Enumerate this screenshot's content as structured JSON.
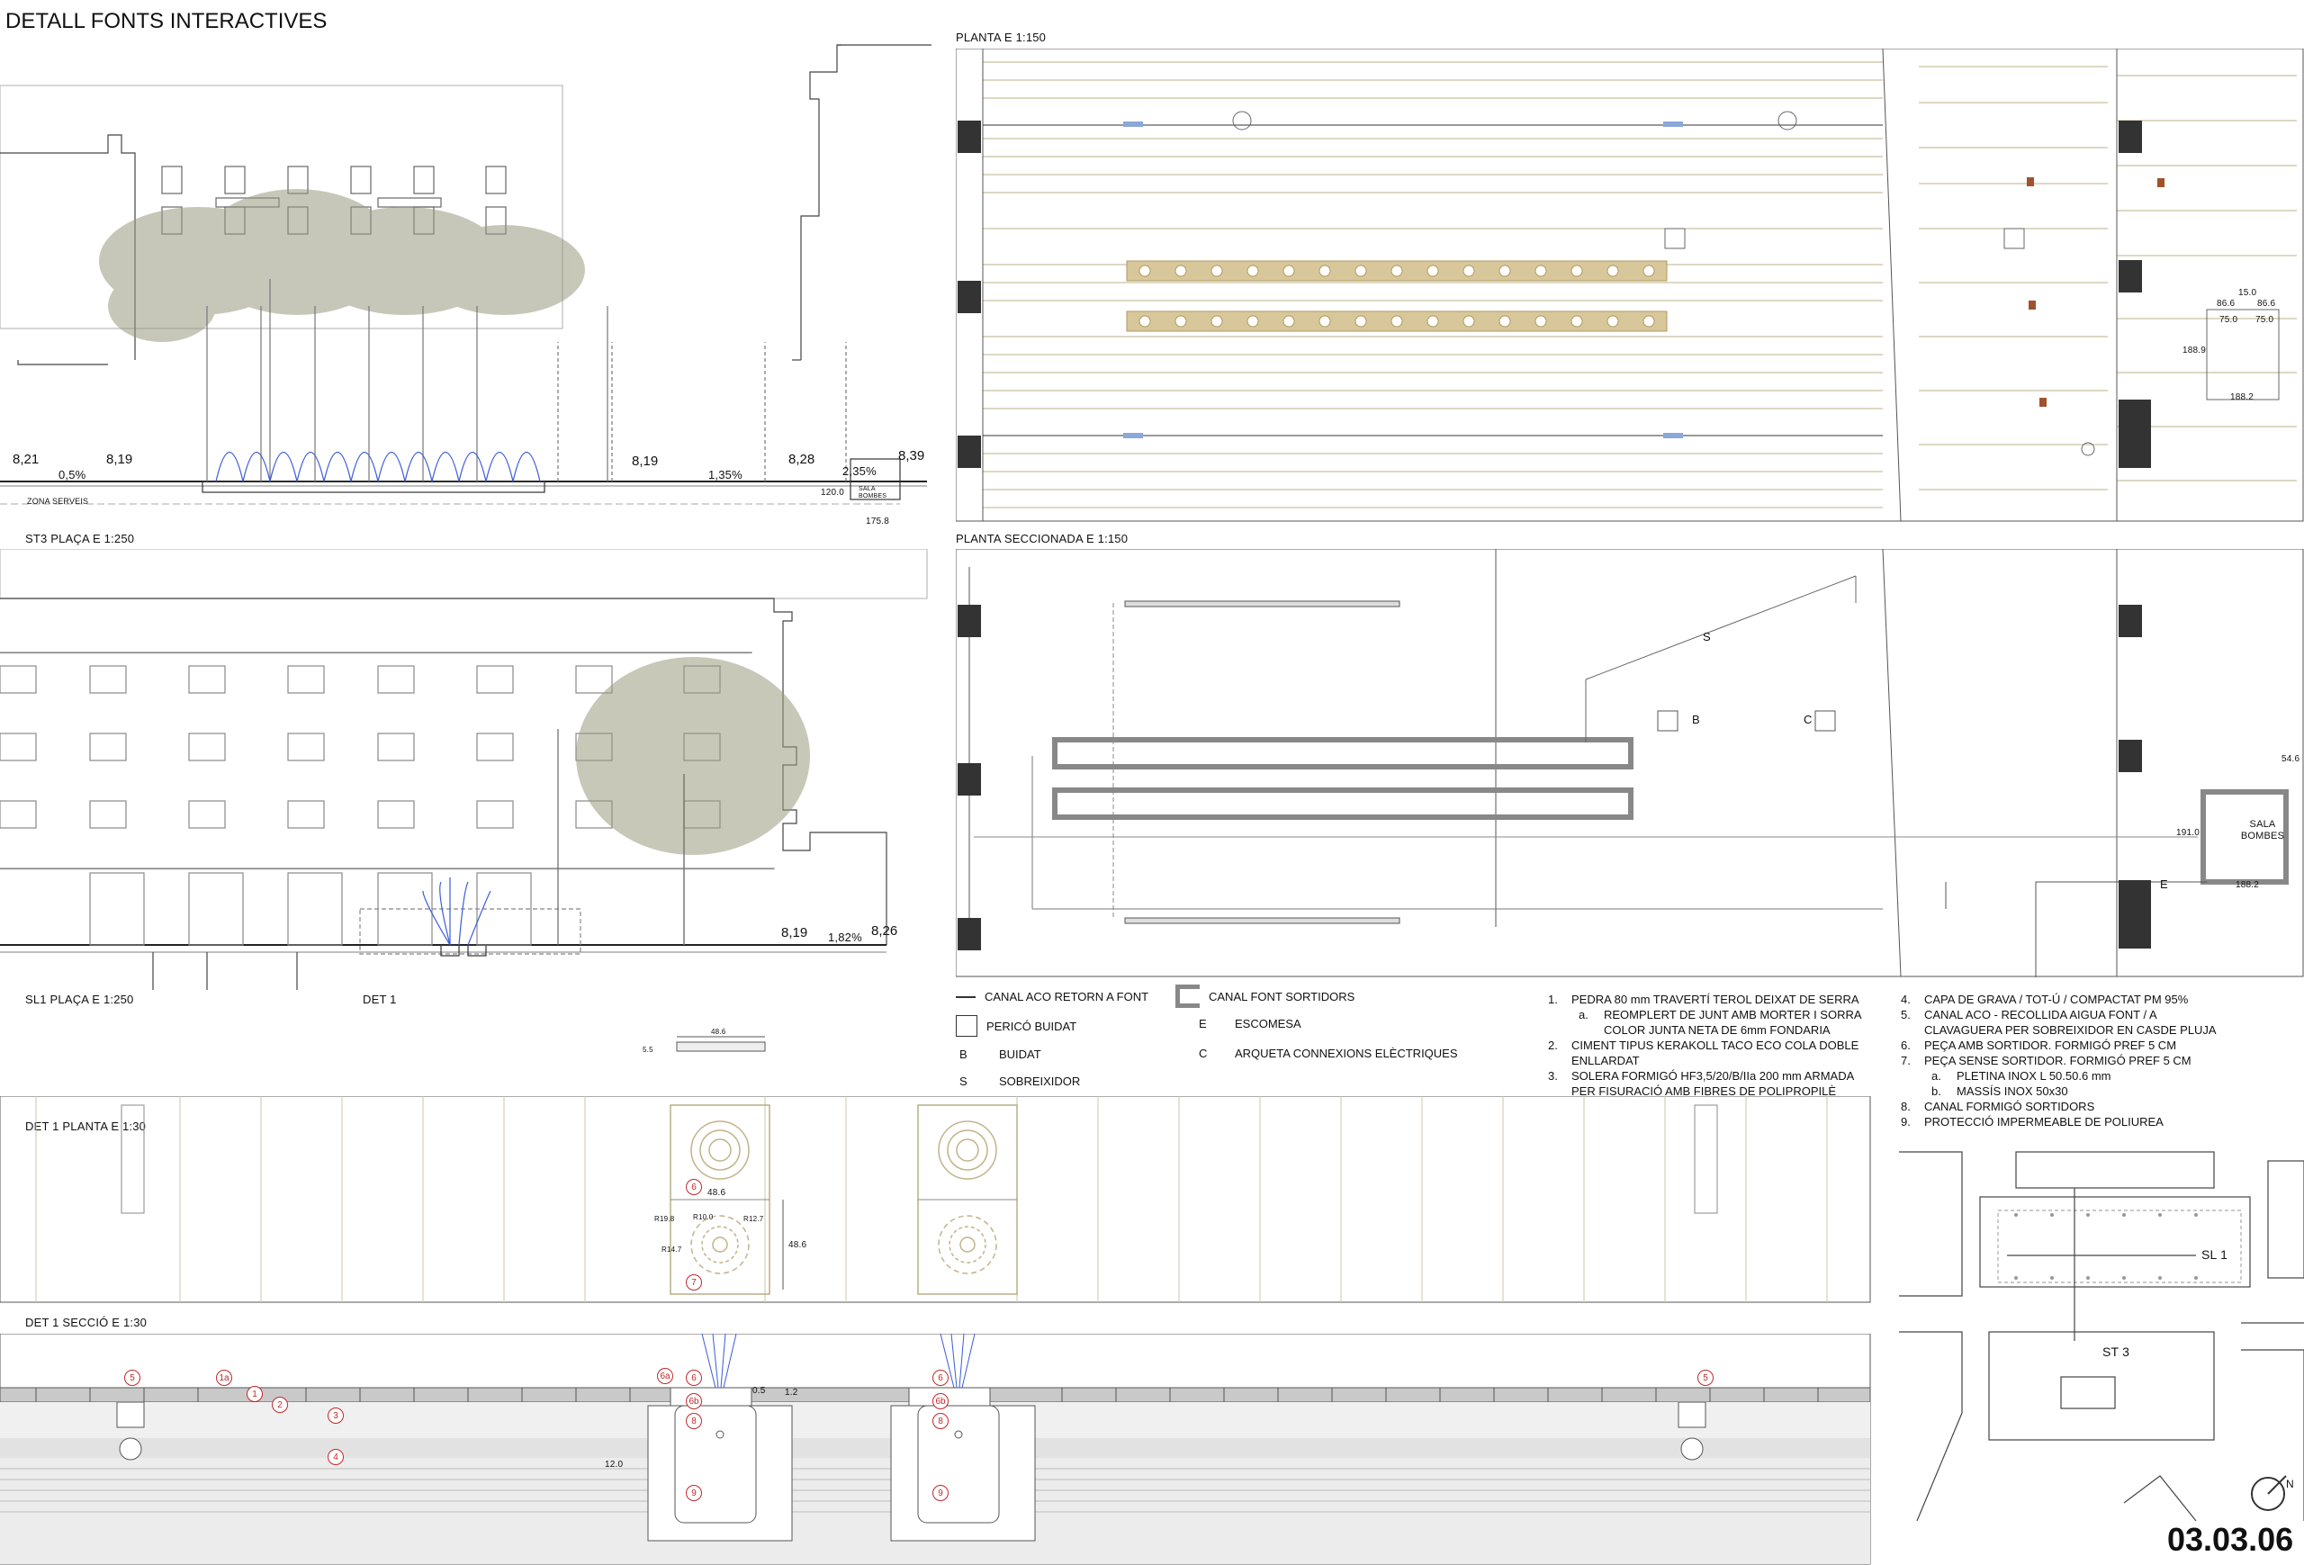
{
  "sheet": {
    "title": "DETALL FONTS INTERACTIVES",
    "number": "03.03.06"
  },
  "views": {
    "st3": "ST3 PLAÇA E 1:250",
    "sl1": "SL1 PLAÇA E 1:250",
    "det1_ref": "DET 1",
    "planta": "PLANTA  E 1:150",
    "planta_seccionada": "PLANTA SECCIONADA  E 1:150",
    "det1_planta": "DET 1 PLANTA E 1:30",
    "det1_seccio": "DET 1 SECCIÓ E 1:30"
  },
  "levels_st3": {
    "a": "8,21",
    "b": "8,19",
    "c": "8,19",
    "d": "8,28",
    "e": "8,39",
    "s1": "0,5%",
    "s2": "1,35%",
    "s3": "2,35%",
    "zona": "ZONA SERVEIS",
    "sala": "SALA BOMBES",
    "d1": "120.0",
    "d2": "175.8"
  },
  "levels_sl1": {
    "a": "8,19",
    "b": "8,26",
    "s": "1,82%"
  },
  "plan_dims": {
    "d1": "15.0",
    "d2": "86.6",
    "d3": "86.6",
    "d4": "75.0",
    "d5": "75.0",
    "d6": "188.9",
    "d7": "188.2"
  },
  "seccionada": {
    "s": "S",
    "b": "B",
    "c": "C",
    "e": "E",
    "sala": "SALA BOMBES",
    "d1": "191.0",
    "d2": "188.2",
    "d3": "54.6"
  },
  "legend": {
    "canal_aco": "CANAL ACO RETORN A FONT",
    "perico": "PERICÓ BUIDAT",
    "b": "B",
    "b_txt": "BUIDAT",
    "s": "S",
    "s_txt": "SOBREIXIDOR",
    "canal_font": "CANAL FONT SORTIDORS",
    "e": "E",
    "e_txt": "ESCOMESA",
    "c": "C",
    "c_txt": "ARQUETA CONNEXIONS ELÈCTRIQUES"
  },
  "notes_left": [
    {
      "num": "1.",
      "text": "PEDRA 80 mm TRAVERTÍ TEROL DEIXAT DE SERRA"
    },
    {
      "num": "a.",
      "text": "REOMPLERT DE JUNT AMB MORTER I SORRA COLOR JUNTA NETA DE 6mm FONDARIA",
      "sub": true
    },
    {
      "num": "2.",
      "text": "CIMENT TIPUS KERAKOLL TACO ECO COLA DOBLE ENLLARDAT"
    },
    {
      "num": "3.",
      "text": "SOLERA FORMIGÓ HF3,5/20/B/IIa 200 mm ARMADA PER FISURACIÓ AMB FIBRES DE POLIPROPILÈ"
    }
  ],
  "notes_right": [
    {
      "num": "4.",
      "text": "CAPA DE GRAVA / TOT-Ú / COMPACTAT PM 95%"
    },
    {
      "num": "5.",
      "text": "CANAL ACO - RECOLLIDA AIGUA FONT / A CLAVAGUERA PER SOBREIXIDOR EN CASDE PLUJA"
    },
    {
      "num": "6.",
      "text": "PEÇA AMB SORTIDOR. FORMIGÓ PREF 5 CM"
    },
    {
      "num": "7.",
      "text": "PEÇA SENSE SORTIDOR. FORMIGÓ PREF 5 CM"
    },
    {
      "num": "a.",
      "text": "PLETINA INOX L 50.50.6 mm",
      "sub": true
    },
    {
      "num": "b.",
      "text": "MASSÍS INOX 50x30",
      "sub": true
    },
    {
      "num": "8.",
      "text": "CANAL FORMIGÓ SORTIDORS"
    },
    {
      "num": "9.",
      "text": "PROTECCIÓ IMPERMEABLE DE POLIUREA"
    }
  ],
  "det_planta": {
    "w": "48.6",
    "h": "48.6",
    "r1": "R19.8",
    "r2": "R10.0",
    "r3": "R12.7",
    "r4": "R14.7",
    "m6": "6",
    "m7": "7",
    "top_w": "48.6",
    "top_h": "5.5"
  },
  "det_seccio": {
    "m5a": "5",
    "m1a": "1a",
    "m1": "1",
    "m2": "2",
    "m3": "3",
    "m4": "4",
    "m6a": "6a",
    "m6": "6",
    "m6b": "6b",
    "m8": "8",
    "m9": "9",
    "m6r": "6",
    "m6br": "6b",
    "m8r": "8",
    "m9r": "9",
    "m5b": "5",
    "d1": "12.0",
    "d2": "0.5",
    "d3": "1.2"
  },
  "keyplan": {
    "sl1": "SL 1",
    "st3": "ST 3",
    "north": "N"
  },
  "colors": {
    "line": "#333333",
    "fill_tree": "#8a8a6a",
    "water": "#3b5bd9",
    "marker": "#c0282b",
    "pave": "#cfc6a8",
    "dark": "#333333"
  }
}
